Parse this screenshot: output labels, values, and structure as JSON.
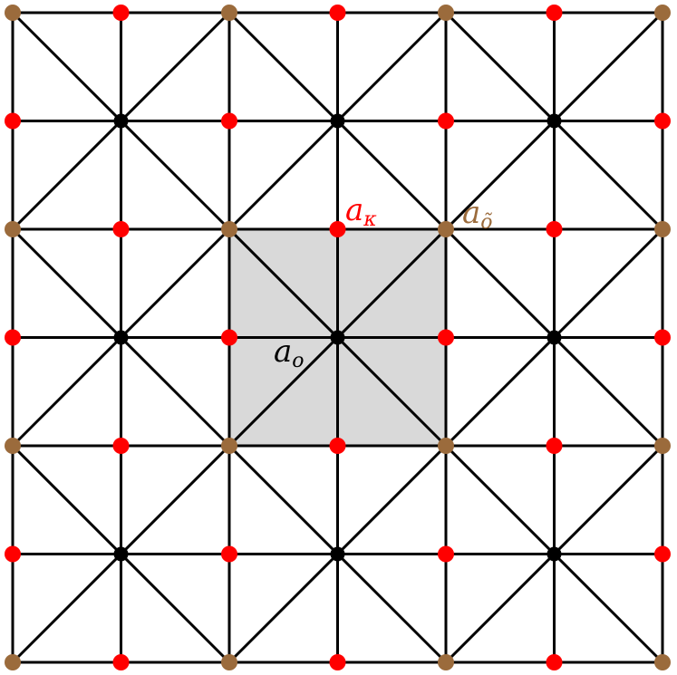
{
  "colors": {
    "background": "#ffffff",
    "line": "#000000",
    "shaded_cell": "#d9d9d9",
    "vertex_corner": "#9b6b3c",
    "vertex_edge": "#ff0000",
    "vertex_center": "#000000"
  },
  "grid": {
    "divisions": 6,
    "cells_with_diagonals": 9,
    "shaded_cell": {
      "row": 1,
      "col": 1
    }
  },
  "labels": {
    "center": {
      "base": "a",
      "sub": "o",
      "color": "#000000"
    },
    "edge": {
      "base": "a",
      "sub": "κ",
      "color": "#ff0000"
    },
    "corner": {
      "base": "a",
      "sub": "õ",
      "color": "#9b6b3c"
    }
  }
}
